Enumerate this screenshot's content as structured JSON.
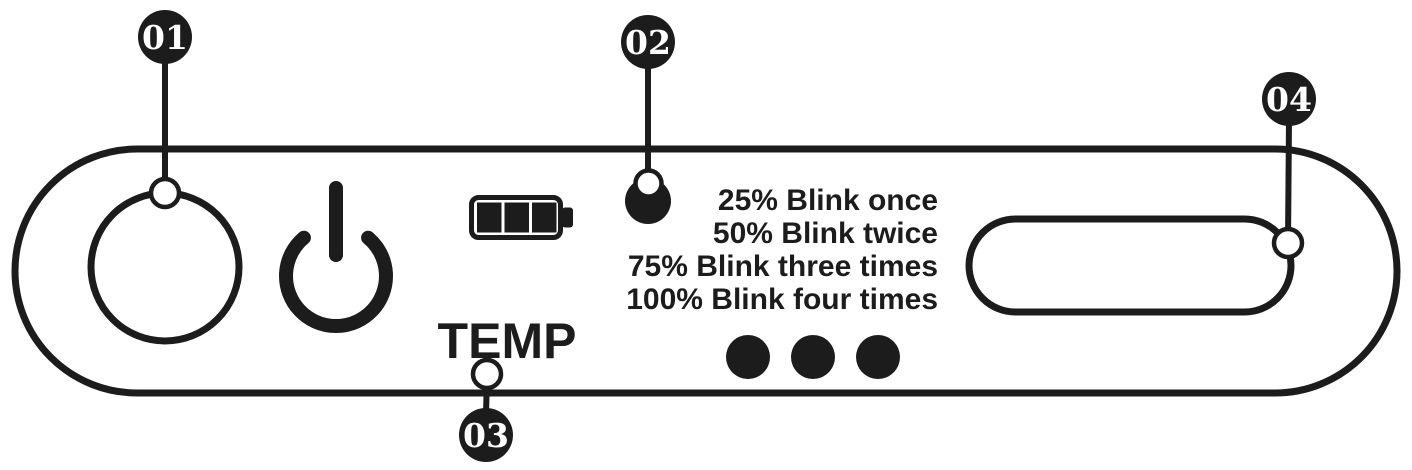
{
  "diagram_title": "device-control-panel-callout-diagram",
  "panel": {
    "temp_label": "TEMP",
    "legend": {
      "lines": [
        "25% Blink once",
        "50% Blink twice",
        "75% Blink three times",
        "100% Blink four times"
      ]
    },
    "icons": [
      {
        "name": "power-icon"
      },
      {
        "name": "battery-icon",
        "bars_filled": 3,
        "bars_total": 3
      },
      {
        "name": "blink-led-dot"
      },
      {
        "name": "temp-level-dots",
        "count": 3
      }
    ]
  },
  "callouts": [
    {
      "id": "01",
      "label": "01",
      "points_to": "round-button"
    },
    {
      "id": "02",
      "label": "02",
      "points_to": "blink-led-dot"
    },
    {
      "id": "03",
      "label": "03",
      "points_to": "temp-label"
    },
    {
      "id": "04",
      "label": "04",
      "points_to": "oval-slot"
    }
  ],
  "colors": {
    "ink": "#1c1c1c",
    "background": "#ffffff"
  }
}
